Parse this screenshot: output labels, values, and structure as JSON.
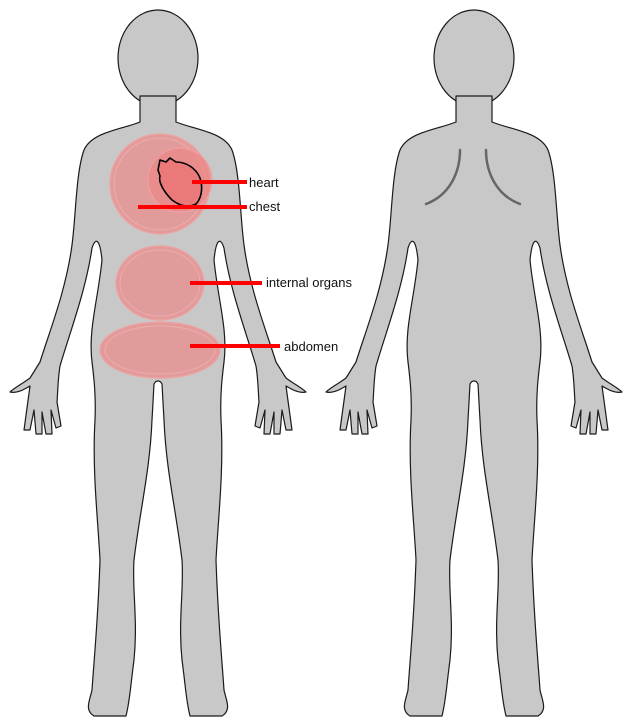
{
  "labels": {
    "heart": "heart",
    "chest": "chest",
    "internal_organs": "internal organs",
    "abdomen": "abdomen"
  },
  "colors": {
    "body_fill": "#c8c8c8",
    "outline": "#1a1a1a",
    "highlight": "#f08080",
    "leader_line": "#ff0000"
  }
}
